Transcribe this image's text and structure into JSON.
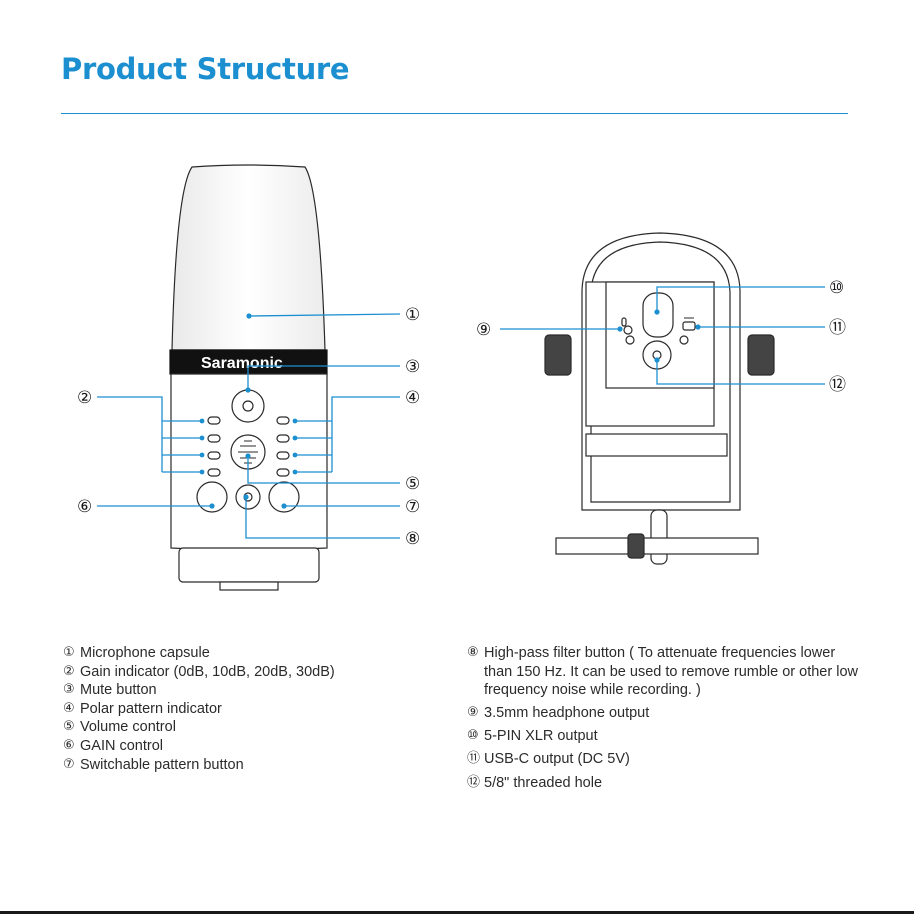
{
  "page": {
    "title": "Product Structure",
    "accent_color": "#1c8fd0"
  },
  "mic": {
    "brand": "Saramonic"
  },
  "callouts": [
    "①",
    "②",
    "③",
    "④",
    "⑤",
    "⑥",
    "⑦",
    "⑧",
    "⑨",
    "⑩",
    "⑪",
    "⑫"
  ],
  "legend_left": [
    {
      "num": "①",
      "text": "Microphone capsule"
    },
    {
      "num": "②",
      "text": "Gain indicator (0dB, 10dB, 20dB, 30dB)"
    },
    {
      "num": "③",
      "text": "Mute button"
    },
    {
      "num": "④",
      "text": "Polar pattern indicator"
    },
    {
      "num": "⑤",
      "text": "Volume control"
    },
    {
      "num": "⑥",
      "text": "GAIN control"
    },
    {
      "num": "⑦",
      "text": "Switchable pattern button"
    }
  ],
  "legend_right": [
    {
      "num": "⑧",
      "text": "High-pass filter button ( To attenuate frequencies lower than 150 Hz. It can be used to remove rumble or other low frequency noise while recording. )"
    },
    {
      "num": "⑨",
      "text": "3.5mm headphone output"
    },
    {
      "num": "⑩",
      "text": "5-PIN XLR output"
    },
    {
      "num": "⑪",
      "text": "USB-C output (DC 5V)"
    },
    {
      "num": "⑫",
      "text": "5/8\" threaded hole"
    }
  ],
  "icons": [
    "microphone-illustration",
    "mount-rear-illustration",
    "headphone-jack-icon",
    "usb-c-icon"
  ]
}
